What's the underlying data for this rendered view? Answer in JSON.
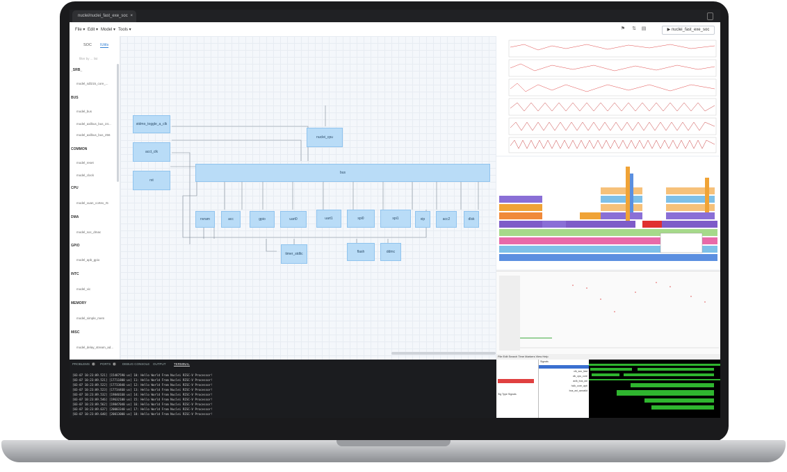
{
  "window": {
    "tab_title": "nuclei/nuclei_fast_exe_soc",
    "tab_close": "×"
  },
  "menubar": {
    "items": [
      "File ▾",
      "Edit ▾",
      "Model ▾",
      "Tools ▾"
    ],
    "run_button": "▶ nuclei_fast_exe_soc"
  },
  "sidebar": {
    "tabs": [
      "SOC",
      "IUtils"
    ],
    "filter": "filter by ... list",
    "groups": [
      {
        "name": "_SRB_",
        "items": [
          "model_sdl215_core_..."
        ]
      },
      {
        "name": "BUS",
        "items": [
          "model_bus",
          "model_axilbus_bus_24...",
          "model_axilbus_bus_256"
        ]
      },
      {
        "name": "COMMON",
        "items": [
          "model_reset",
          "model_clock"
        ]
      },
      {
        "name": "CPU",
        "items": [
          "model_xuan_cortex_r5"
        ]
      },
      {
        "name": "DMA",
        "items": [
          "model_soc_dmac"
        ]
      },
      {
        "name": "GPIO",
        "items": [
          "model_apb_gpio"
        ]
      },
      {
        "name": "INTC",
        "items": [
          "model_vic"
        ]
      },
      {
        "name": "MEMORY",
        "items": [
          "model_simple_mem"
        ]
      },
      {
        "name": "MISC",
        "items": [
          "model_delay_stream_ad..."
        ]
      }
    ]
  },
  "canvas": {
    "blocks": [
      "stdmo_toggle_a_clk",
      "acct_clk",
      "rst",
      "nuclei_cpu",
      "bus",
      "nvram",
      "acc",
      "gpio",
      "uart0",
      "uart1",
      "spi0",
      "spi1",
      "xip",
      "acc2",
      "dlsk",
      "timer_stdlic",
      "flash",
      "ddmc"
    ]
  },
  "terminal": {
    "tabs": [
      "PROBLEMS",
      "PORTS",
      "DEBUG CONSOLE",
      "OUTPUT",
      "TERMINAL"
    ],
    "badge_a": "0",
    "badge_b": "0",
    "lines": [
      "[03-07 10:23:09.521] [15487590 us] 10: Hello World From Nuclei RISC-V Processor!",
      "[03-07 10:23:09.521] [17711800 us] 11: Hello World From Nuclei RISC-V Processor!",
      "[03-07 10:23:09.522] [17733840 us] 12: Hello World From Nuclei RISC-V Processor!",
      "[03-07 10:23:09.523] [17734460 us] 13: Hello World From Nuclei RISC-V Processor!",
      "[03-07 10:23:09.532] [19840160 us] 14: Hello World From Nuclei RISC-V Processor!",
      "[03-07 10:23:09.546] [19632100 us] 15: Hello World From Nuclei RISC-V Processor!",
      "[03-07 10:23:09.562] [19847040 us] 16: Hello World From Nuclei RISC-V Processor!",
      "[03-07 10:23:09.637] [20003340 us] 17: Hello World From Nuclei RISC-V Processor!",
      "[03-07 10:23:09.640] [20013000 us] 18: Hello World From Nuclei RISC-V Processor!"
    ]
  },
  "waveform": {
    "menu": "File Edit Search Time Markers View Help",
    "signals": [
      "clk_soc_fast",
      "clk_cpu_core",
      "aclk_bus_axi",
      "hclk_core_apb",
      "bus_axi_awvalid"
    ],
    "signals_header": "Signals",
    "types_header": "Sig Type Signals"
  },
  "colors": {
    "accent": "#2f7fd4",
    "block_fill": "#b9dcf7",
    "wave_green": "#38d13a"
  }
}
